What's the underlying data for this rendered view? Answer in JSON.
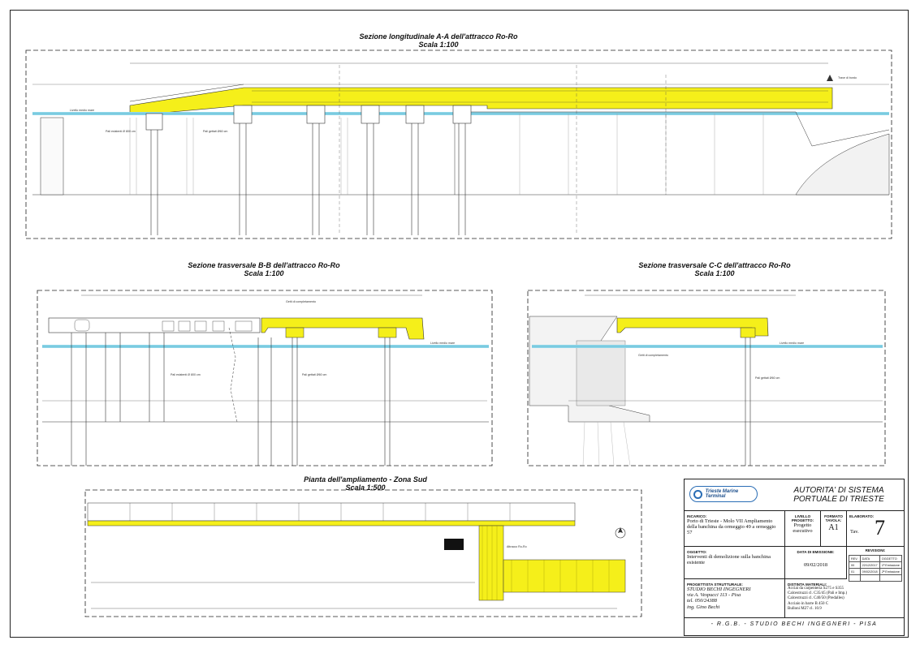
{
  "sections": {
    "aa": {
      "title": "Sezione longitudinale A-A dell'attracco Ro-Ro",
      "scale": "Scala 1:100"
    },
    "bb": {
      "title": "Sezione trasversale B-B dell'attracco Ro-Ro",
      "scale": "Scala 1:100"
    },
    "cc": {
      "title": "Sezione trasversale C-C dell'attracco Ro-Ro",
      "scale": "Scala 1:100"
    },
    "plan": {
      "title": "Pianta dell'ampliamento - Zona Sud",
      "scale": "Scala 1:500"
    }
  },
  "labels": {
    "livello_medio_mare": "Livello medio mare",
    "pali_esistenti": "Pali esistenti Ø 800 cm",
    "pali_gettati": "Pali gettati Ø60 cm",
    "getti_completamento": "Getti di completamento",
    "trave_bordo": "Trave di bordo",
    "attracco_roro": "Attracco Ro-Ro"
  },
  "colors": {
    "deck_fill": "#f5ef1a",
    "water": "#8fd6e8",
    "line": "#222222"
  },
  "title_block": {
    "logo_text": "Trieste Marine Terminal",
    "authority_line1": "AUTORITA' DI SISTEMA",
    "authority_line2": "PORTUALE DI TRIESTE",
    "incarico_label": "INCARICO:",
    "incarico_text": "Porto di Trieste - Molo VII Ampliamento della banchina da ormeggio 49 a ormeggio 57",
    "livello_label": "LIVELLO PROGETTO:",
    "livello_value": "Progetto esecutivo",
    "formato_label": "FORMATO TAVOLA:",
    "formato_value": "A1",
    "elaborato_label": "ELABORATO:",
    "elaborato_value": "7",
    "tav_label": "Tav.",
    "oggetto_label": "OGGETTO:",
    "oggetto_text": "Interventi di demolizione sulla banchina esistente",
    "data_label": "DATA DI EMISSIONE:",
    "data_value": "09/02/2018",
    "revisioni_label": "REVISIONI:",
    "rev_headers": [
      "REV.",
      "DATA",
      "OGGETTO"
    ],
    "rev_rows": [
      [
        "00",
        "22/12/2017",
        "1ª Emissione"
      ],
      [
        "01",
        "09/02/2018",
        "2ª Emissione"
      ]
    ],
    "progettista_label": "PROGETTISTA STRUTTURALE:",
    "progettista_lines": [
      "STUDIO BECHI INGEGNERI",
      "via A. Vespucci 113 - Pisa",
      "tel. 050/24388",
      "ing.   Gino Bechi"
    ],
    "materiali_label": "DISTINTA MATERIALI:",
    "materiali_lines": [
      "Acciai da carpenteria S275 e S355",
      "Calcestruzzi cl. C35/45 (Pali e Imp.)",
      "Calcestruzzi cl. C40/50 (Predalles)",
      "Acciaio in barre B 450 C",
      "Bulloni M27 cl. 10.9"
    ],
    "studio_banner": "- R.G.B. - STUDIO BECHI INGEGNERI - PISA"
  }
}
